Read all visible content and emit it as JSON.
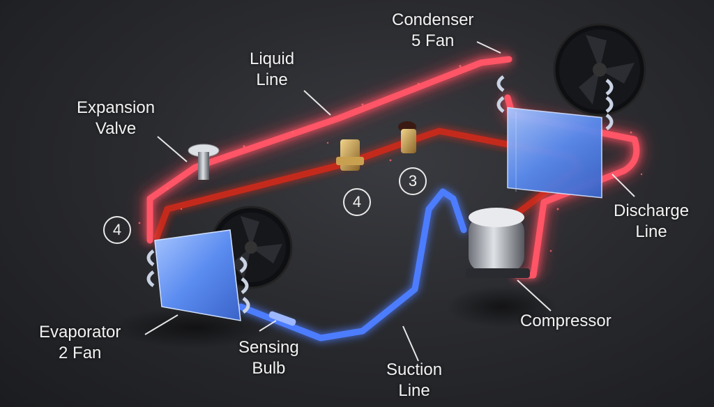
{
  "labels": {
    "condenser": {
      "line1": "Condenser",
      "line2": "5 Fan"
    },
    "liquid_line": {
      "line1": "Liquid",
      "line2": "Line"
    },
    "expansion_valve": {
      "line1": "Expansion",
      "line2": "Valve"
    },
    "discharge_line": {
      "line1": "Discharge",
      "line2": "Line"
    },
    "compressor": {
      "line1": "Compressor"
    },
    "evaporator": {
      "line1": "Evaporator",
      "line2": "2 Fan"
    },
    "sensing_bulb": {
      "line1": "Sensing",
      "line2": "Bulb"
    },
    "suction_line": {
      "line1": "Suction",
      "line2": "Line"
    }
  },
  "markers": {
    "left": "4",
    "middle": "4",
    "right": "3"
  },
  "colors": {
    "hot_line": "#ff3b4e",
    "hot_glow": "#ff5566",
    "dark_line": "#c42a1c",
    "cold_line": "#4d7dff",
    "coil": "#5b8cf0",
    "fan": "#101114"
  }
}
